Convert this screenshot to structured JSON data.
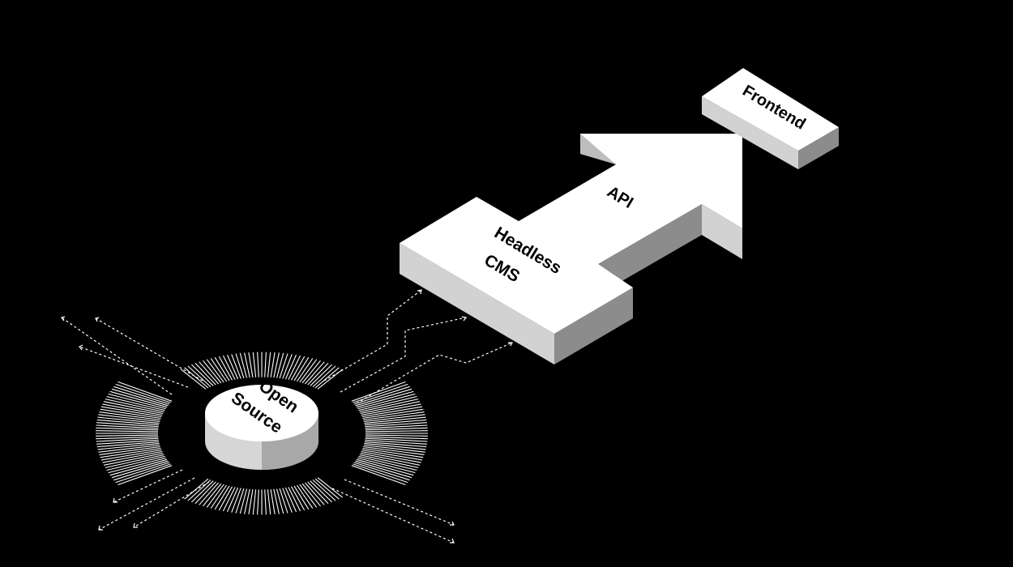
{
  "diagram": {
    "background_color": "#000000",
    "block_top_color": "#ffffff",
    "block_left_color": "#d2d2d2",
    "block_right_color": "#8c8c8c",
    "nodes": {
      "open_source": {
        "line1": "Open",
        "line2": "Source"
      },
      "headless_cms": {
        "line1": "Headless",
        "line2": "CMS"
      },
      "api": {
        "label": "API"
      },
      "frontend": {
        "label": "Frontend"
      }
    }
  }
}
